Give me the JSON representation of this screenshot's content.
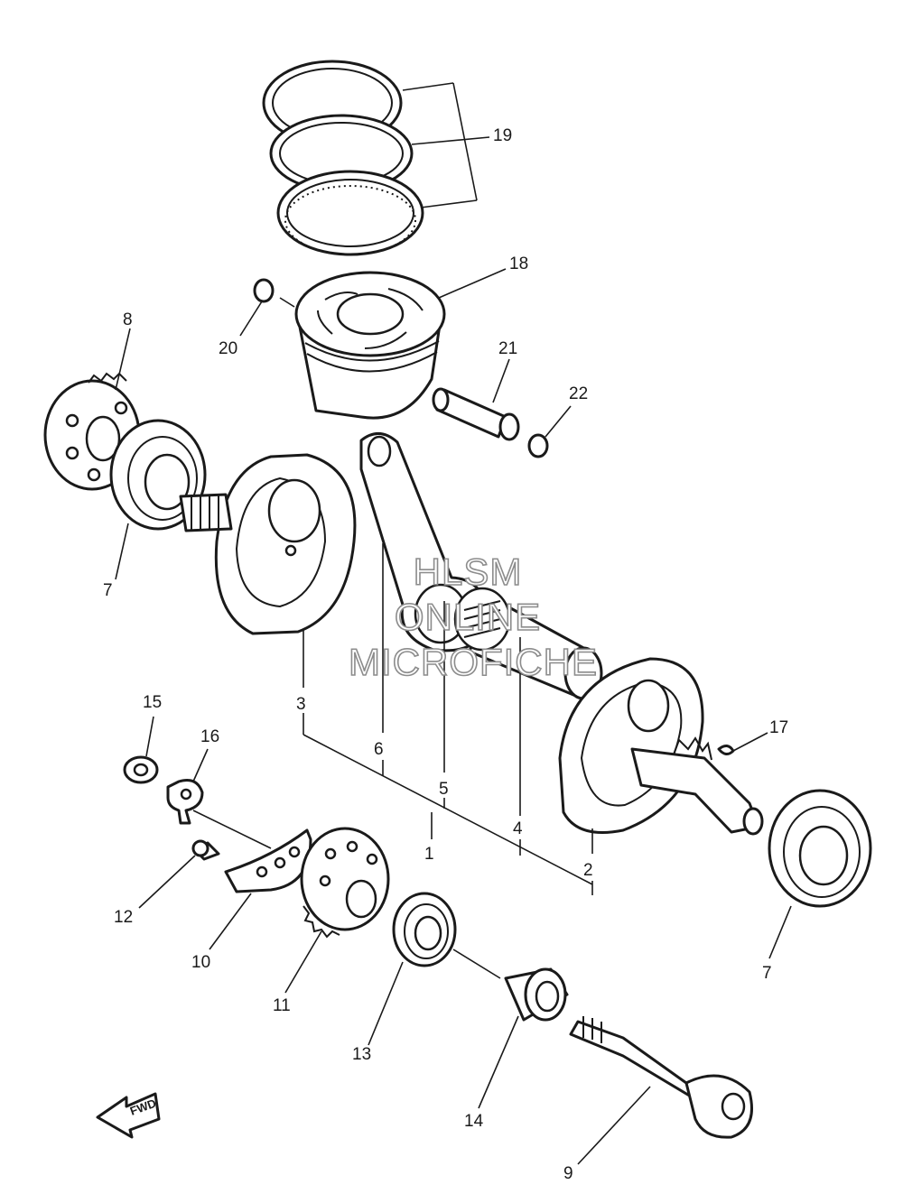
{
  "diagram": {
    "callouts": [
      "1",
      "2",
      "3",
      "4",
      "5",
      "6",
      "7",
      "7",
      "8",
      "9",
      "10",
      "11",
      "12",
      "13",
      "14",
      "15",
      "16",
      "17",
      "18",
      "19",
      "20",
      "21",
      "22"
    ],
    "watermark": {
      "line1": "HLSM",
      "line2": "ONLINE",
      "line3": "MICROFICHE",
      "color": "#8c8c8c"
    },
    "fwd_label": "FWD",
    "ink_color": "#1a1a1a"
  }
}
